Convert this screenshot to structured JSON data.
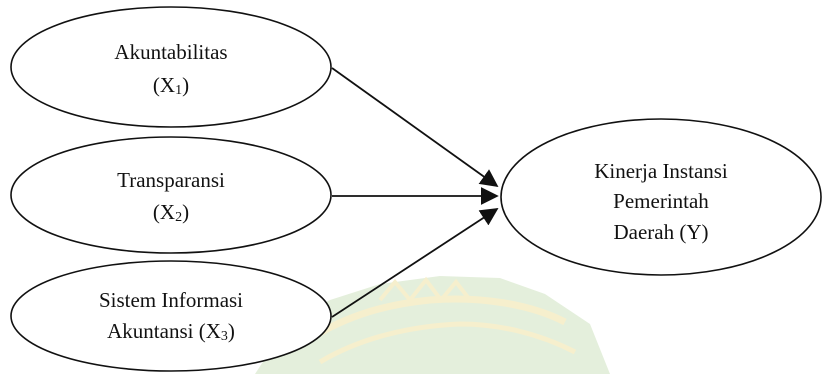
{
  "diagram": {
    "nodes": [
      {
        "id": "x1",
        "lines": [
          "Akuntabilitas",
          "(X",
          "1",
          ")"
        ]
      },
      {
        "id": "x2",
        "lines": [
          "Transparansi",
          "(X",
          "2",
          ")"
        ]
      },
      {
        "id": "x3",
        "lines": [
          "Sistem Informasi",
          "Akuntansi (X",
          "3",
          ")"
        ]
      },
      {
        "id": "y",
        "lines": [
          "Kinerja Instansi",
          "Pemerintah",
          "Daerah (Y)"
        ]
      }
    ],
    "edges": [
      {
        "from": "x1",
        "to": "y"
      },
      {
        "from": "x2",
        "to": "y"
      },
      {
        "from": "x3",
        "to": "y"
      }
    ]
  },
  "colors": {
    "stroke": "#111111",
    "watermark_green": "#cfe3c0",
    "watermark_yellow": "#efe3a6"
  }
}
